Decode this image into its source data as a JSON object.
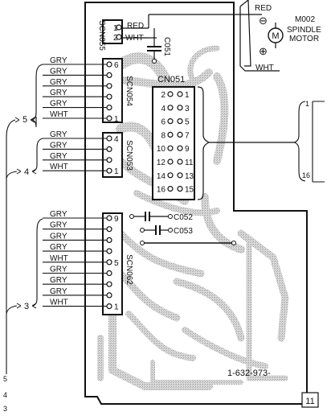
{
  "connectors": {
    "scn055": {
      "label": "SCN055",
      "pins": [
        "1",
        "2"
      ]
    },
    "scn054": {
      "label": "SCN054",
      "pins": [
        "6",
        "",
        "",
        "",
        "",
        "1"
      ]
    },
    "scn053": {
      "label": "SCN053",
      "pins": [
        "4",
        "",
        "",
        "1"
      ]
    },
    "scn062": {
      "label": "SCN062",
      "pins": [
        "9",
        "",
        "",
        "",
        "5",
        "",
        "",
        "",
        "1"
      ]
    },
    "cn051": {
      "label": "CN051",
      "left_pins": [
        "2",
        "4",
        "6",
        "8",
        "10",
        "12",
        "14",
        "16"
      ],
      "right_pins": [
        "1",
        "3",
        "5",
        "7",
        "9",
        "11",
        "13",
        "15"
      ]
    }
  },
  "wires": {
    "scn055": [
      "RED",
      "WHT"
    ],
    "scn054": [
      "GRY",
      "GRY",
      "GRY",
      "GRY",
      "GRY",
      "WHT"
    ],
    "scn053": [
      "GRY",
      "GRY",
      "GRY",
      "WHT"
    ],
    "scn062": [
      "GRY",
      "GRY",
      "GRY",
      "GRY",
      "WHT",
      "GRY",
      "GRY",
      "GRY",
      "WHT"
    ]
  },
  "capacitors": {
    "c051": "C051",
    "c052": "C052",
    "c053": "C053"
  },
  "motor": {
    "ref": "M002",
    "name_line1": "SPINDLE",
    "name_line2": "MOTOR",
    "symbol": "M",
    "red": "RED",
    "wht": "WHT",
    "minus": "⊖",
    "plus": "⊕"
  },
  "groups": {
    "g5": "5",
    "g4": "4",
    "g3": "3"
  },
  "right_bracket": {
    "top": "1",
    "bottom": "16"
  },
  "edge_numbers": [
    "5",
    "4",
    "3"
  ],
  "board_number": "1-632-973-",
  "page_number": "11"
}
